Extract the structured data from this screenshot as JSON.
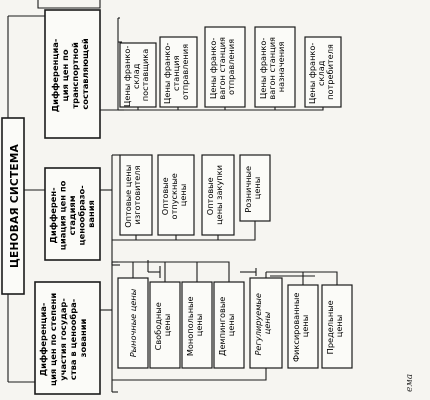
{
  "root": {
    "label": "ЦЕНОВАЯ СИСТЕМА"
  },
  "groups": [
    {
      "title": [
        "Дифференциа-",
        "ция цен по",
        "транспортной",
        "составляющей"
      ],
      "children": [
        [
          "Цены франко-",
          "склад",
          "поставщика"
        ],
        [
          "Цены франко-",
          "станция",
          "отправления"
        ],
        [
          "Цены франко-",
          "вагон станция",
          "отправления"
        ],
        [
          "Цены франко-",
          "вагон станция",
          "назначения"
        ],
        [
          "Цены франко-",
          "склад",
          "потребителя"
        ]
      ]
    },
    {
      "title": [
        "Дифферен-",
        "циация цен по",
        "стадиям",
        "ценообразо-",
        "вания"
      ],
      "children": [
        [
          "Оптовые цены",
          "изготовителя"
        ],
        [
          "Оптовые",
          "отпускные",
          "цены"
        ],
        [
          "Оптовые",
          "цены закупки"
        ],
        [
          "Розничные",
          "цены"
        ]
      ]
    },
    {
      "title": [
        "Дифференциа-",
        "ция цен по степени",
        "участия государ-",
        "ства в ценообра-",
        "зовании"
      ],
      "branches": [
        {
          "label": [
            "Рыночные цены"
          ],
          "children": [
            [
              "Свободные",
              "цены"
            ],
            [
              "Монопольные",
              "цены"
            ],
            [
              "Демпинговые",
              "цены"
            ]
          ]
        },
        {
          "label": [
            "Регулируемые",
            "цены"
          ],
          "children": [
            [
              "Фиксированные",
              "цены"
            ],
            [
              "Предельные",
              "цены"
            ]
          ]
        }
      ]
    }
  ],
  "caption": "ема"
}
